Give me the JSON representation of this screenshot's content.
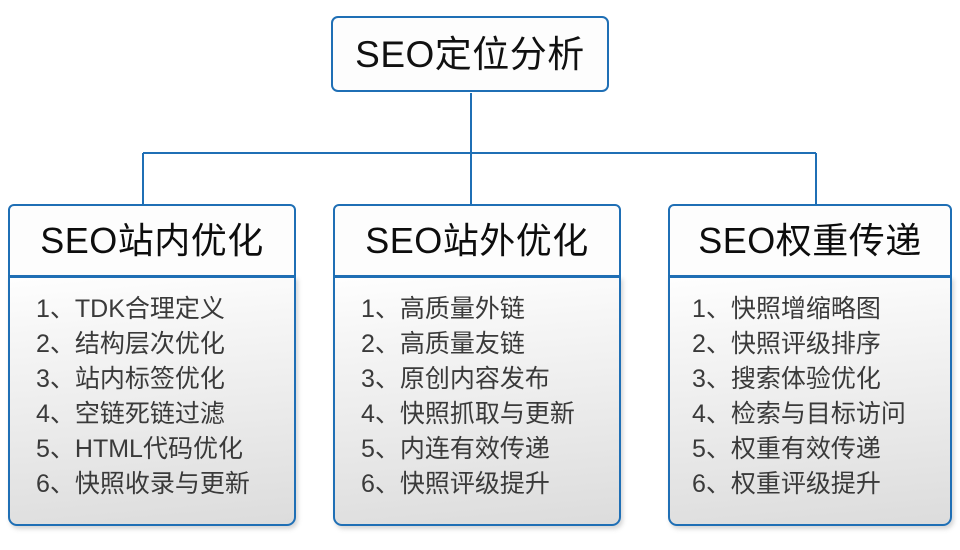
{
  "diagram": {
    "root": {
      "label": "SEO定位分析"
    },
    "accent_color": "#1f6fb5",
    "body_fill_top": "#fefefe",
    "body_fill_bottom": "#dcdcdc",
    "columns": [
      {
        "header": "SEO站内优化",
        "items": [
          {
            "index": "1、",
            "text": "TDK合理定义"
          },
          {
            "index": "2、",
            "text": "结构层次优化"
          },
          {
            "index": "3、",
            "text": "站内标签优化"
          },
          {
            "index": "4、",
            "text": "空链死链过滤"
          },
          {
            "index": "5、",
            "text": "HTML代码优化"
          },
          {
            "index": "6、",
            "text": "快照收录与更新"
          }
        ]
      },
      {
        "header": "SEO站外优化",
        "items": [
          {
            "index": "1、",
            "text": "高质量外链"
          },
          {
            "index": "2、",
            "text": "高质量友链"
          },
          {
            "index": "3、",
            "text": "原创内容发布"
          },
          {
            "index": "4、",
            "text": "快照抓取与更新"
          },
          {
            "index": "5、",
            "text": "内连有效传递"
          },
          {
            "index": "6、",
            "text": "快照评级提升"
          }
        ]
      },
      {
        "header": "SEO权重传递",
        "items": [
          {
            "index": "1、",
            "text": "快照增缩略图"
          },
          {
            "index": "2、",
            "text": "快照评级排序"
          },
          {
            "index": "3、",
            "text": "搜索体验优化"
          },
          {
            "index": "4、",
            "text": "检索与目标访问"
          },
          {
            "index": "5、",
            "text": "权重有效传递"
          },
          {
            "index": "6、",
            "text": "权重评级提升"
          }
        ]
      }
    ]
  }
}
